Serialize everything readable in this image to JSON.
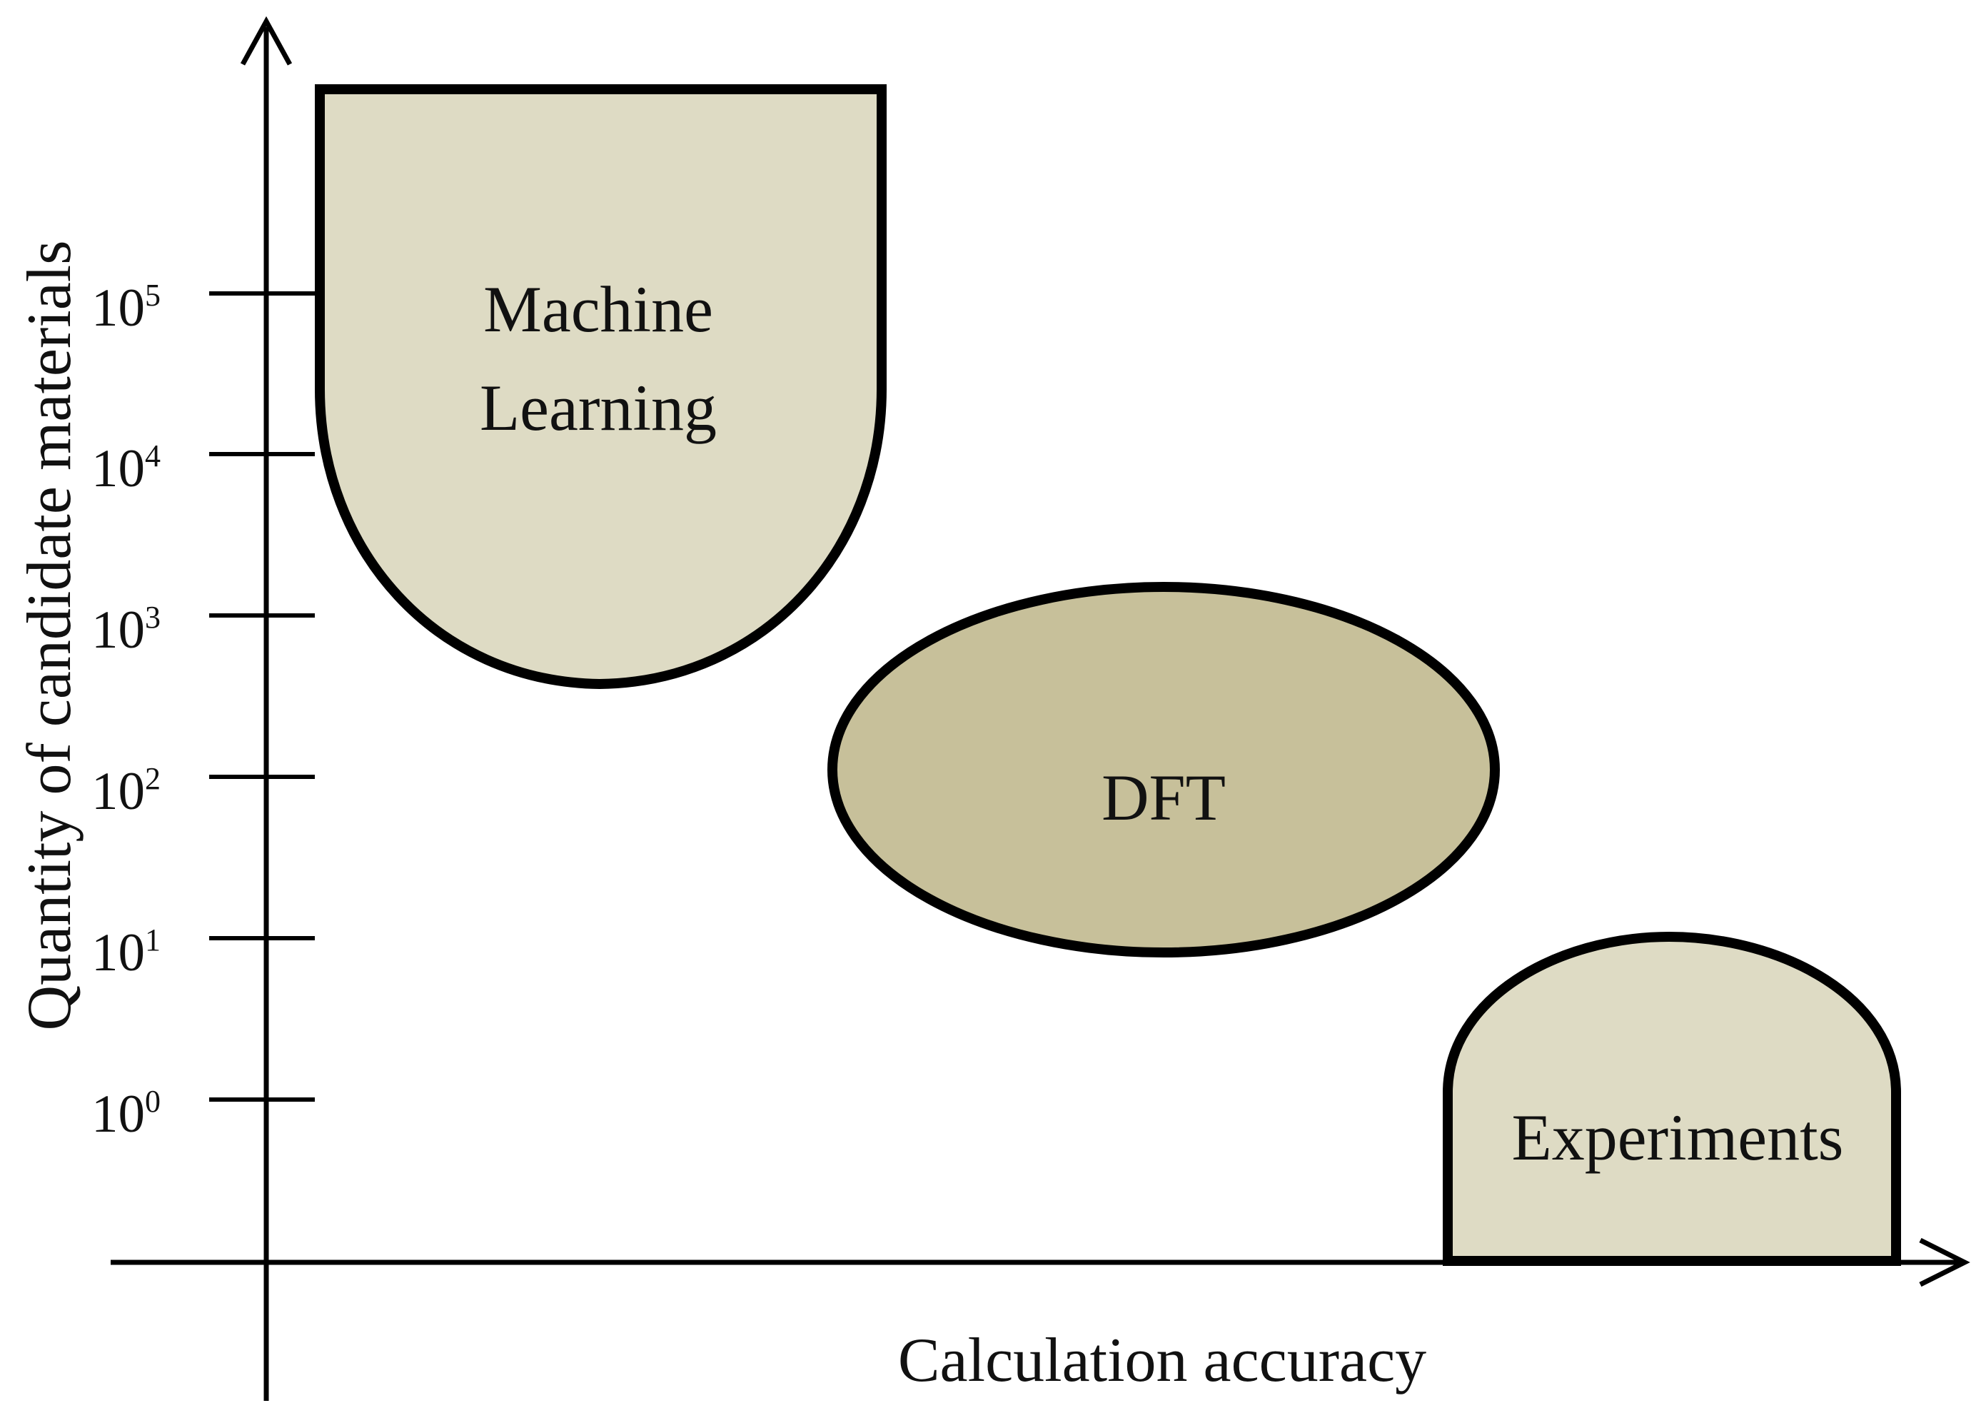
{
  "axes": {
    "x_title": "Calculation accuracy",
    "y_title": "Quantity of candidate materials",
    "y_ticks": [
      {
        "base": "10",
        "exp": "0"
      },
      {
        "base": "10",
        "exp": "1"
      },
      {
        "base": "10",
        "exp": "2"
      },
      {
        "base": "10",
        "exp": "3"
      },
      {
        "base": "10",
        "exp": "4"
      },
      {
        "base": "10",
        "exp": "5"
      }
    ]
  },
  "regions": {
    "ml": {
      "line1": "Machine",
      "line2": "Learning",
      "fill": "#dedbc4"
    },
    "dft": {
      "label": "DFT",
      "fill": "#c7c09a"
    },
    "exp": {
      "label": "Experiments",
      "fill": "#dedbc4"
    }
  },
  "colors": {
    "stroke": "#000000",
    "background": "#ffffff"
  }
}
